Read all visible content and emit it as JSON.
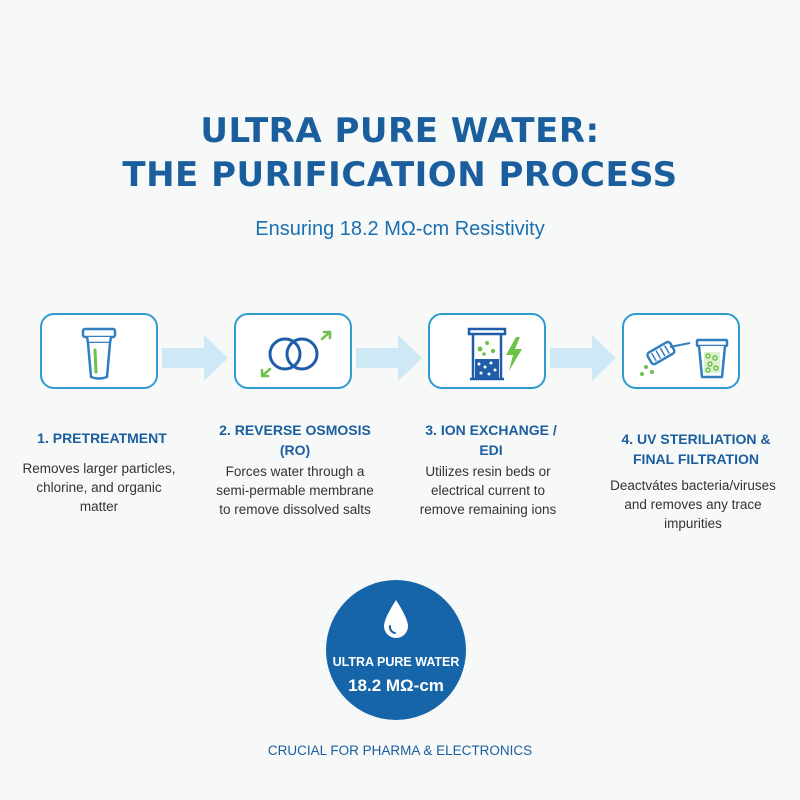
{
  "title_line1": "ULTRA PURE WATER:",
  "title_line2": "THE PURIFICATION PROCESS",
  "subtitle": "Ensuring 18.2 MΩ-cm Resistivity",
  "steps": [
    {
      "title": "1. PRETREATMENT",
      "description": "Removes larger particles, chlorine, and organic matter",
      "icon": "water-filter-cartridge-icon"
    },
    {
      "title": "2. REVERSE OSMOSIS (RO)",
      "description": "Forces water through a semi-permable membrane to remove dissolved salts",
      "icon": "membrane-rings-icon"
    },
    {
      "title": "3. ION EXCHANGE / EDI",
      "description": "Utilizes resin beds or electrical current to remove remaining ions",
      "icon": "resin-bed-lightning-icon"
    },
    {
      "title": "4. UV STERILIATION & FINAL FILTRATION",
      "description": "Deactvátes bacteria/viruses and removes any trace impurities",
      "icon": "uv-lamp-filter-icon"
    }
  ],
  "result": {
    "label": "ULTRA PURE WATER",
    "value": "18.2 MΩ-cm",
    "icon": "water-drop-icon"
  },
  "footer": "CRUCIAL FOR PHARMA & ELECTRONICS",
  "colors": {
    "title": "#1b5e9e",
    "accent": "#2f9bd0",
    "arrow": "#cfe8f5",
    "circle": "#1565a8",
    "green": "#6cc24a"
  }
}
